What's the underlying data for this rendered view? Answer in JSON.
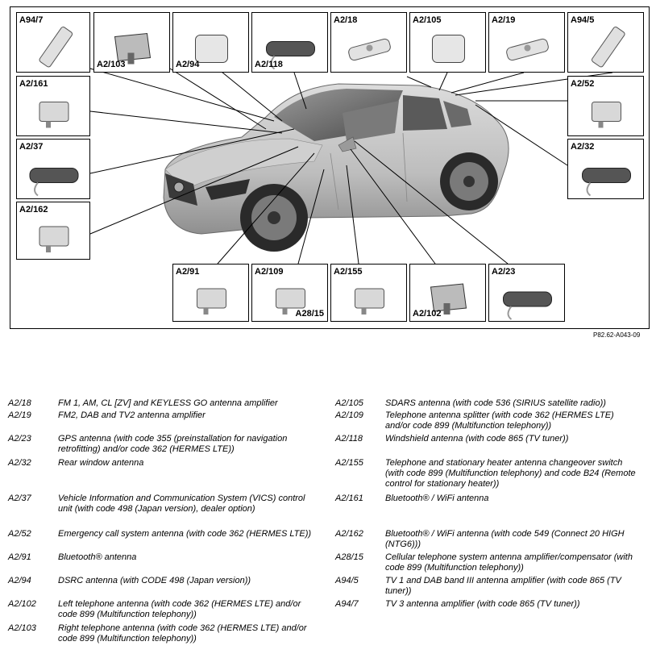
{
  "figure_id": "P82.62-A043-09",
  "components": [
    {
      "id": "box-a94-7",
      "label": "A94/7"
    },
    {
      "id": "box-a2-103",
      "label": "A2/103"
    },
    {
      "id": "box-a2-94",
      "label": "A2/94"
    },
    {
      "id": "box-a2-118",
      "label": "A2/118"
    },
    {
      "id": "box-a2-18",
      "label": "A2/18"
    },
    {
      "id": "box-a2-105",
      "label": "A2/105"
    },
    {
      "id": "box-a2-19",
      "label": "A2/19"
    },
    {
      "id": "box-a94-5",
      "label": "A94/5"
    },
    {
      "id": "box-a2-161",
      "label": "A2/161"
    },
    {
      "id": "box-a2-52",
      "label": "A2/52"
    },
    {
      "id": "box-a2-37",
      "label": "A2/37"
    },
    {
      "id": "box-a2-32",
      "label": "A2/32"
    },
    {
      "id": "box-a2-162",
      "label": "A2/162"
    },
    {
      "id": "box-a2-91",
      "label": "A2/91"
    },
    {
      "id": "box-a2-109",
      "label": "A2/109",
      "label2": "A28/15"
    },
    {
      "id": "box-a2-155",
      "label": "A2/155"
    },
    {
      "id": "box-a2-102",
      "label": "A2/102"
    },
    {
      "id": "box-a2-23",
      "label": "A2/23"
    }
  ],
  "legend_left": [
    {
      "code": "A2/18",
      "desc": "FM 1, AM, CL [ZV] and KEYLESS GO antenna amplifier"
    },
    {
      "code": "A2/19",
      "desc": "FM2, DAB and TV2 antenna amplifier"
    },
    {
      "code": "A2/23",
      "desc": "GPS antenna (with code 355 (preinstallation for navigation retrofitting) and/or code 362 (HERMES LTE))"
    },
    {
      "code": "A2/32",
      "desc": "Rear window antenna"
    },
    {
      "code": "A2/37",
      "desc": "Vehicle Information and Communication System (VICS) control unit (with code 498 (Japan version), dealer option)"
    },
    {
      "code": "A2/52",
      "desc": "Emergency call system antenna (with code 362 (HERMES LTE))"
    },
    {
      "code": "A2/91",
      "desc": "Bluetooth® antenna"
    },
    {
      "code": "A2/94",
      "desc": "DSRC antenna (with CODE 498 (Japan version))"
    },
    {
      "code": "A2/102",
      "desc": "Left telephone antenna (with code 362 (HERMES LTE) and/or code 899 (Multifunction telephony))"
    },
    {
      "code": "A2/103",
      "desc": "Right telephone antenna (with code 362 (HERMES LTE) and/or code 899 (Multifunction telephony))"
    }
  ],
  "legend_right": [
    {
      "code": "A2/105",
      "desc": "SDARS antenna (with code 536 (SIRIUS satellite radio))"
    },
    {
      "code": "A2/109",
      "desc": "Telephone antenna splitter (with code 362 (HERMES LTE) and/or code 899 (Multifunction telephony))"
    },
    {
      "code": "A2/118",
      "desc": "Windshield antenna (with code 865 (TV tuner))"
    },
    {
      "code": "A2/155",
      "desc": "Telephone and stationary heater antenna changeover switch (with code 899 (Multifunction telephony) and code B24 (Remote control for stationary heater))"
    },
    {
      "code": "A2/161",
      "desc": "Bluetooth® / WiFi antenna"
    },
    {
      "code": "A2/162",
      "desc": "Bluetooth® / WiFi antenna (with code 549 (Connect 20 HIGH (NTG6)))"
    },
    {
      "code": "A28/15",
      "desc": "Cellular telephone system antenna amplifier/compensator (with code 899 (Multifunction telephony))"
    },
    {
      "code": "A94/5",
      "desc": "TV 1 and DAB band III antenna amplifier (with code 865 (TV tuner))"
    },
    {
      "code": "A94/7",
      "desc": "TV 3 antenna amplifier (with code 865 (TV tuner))"
    }
  ]
}
